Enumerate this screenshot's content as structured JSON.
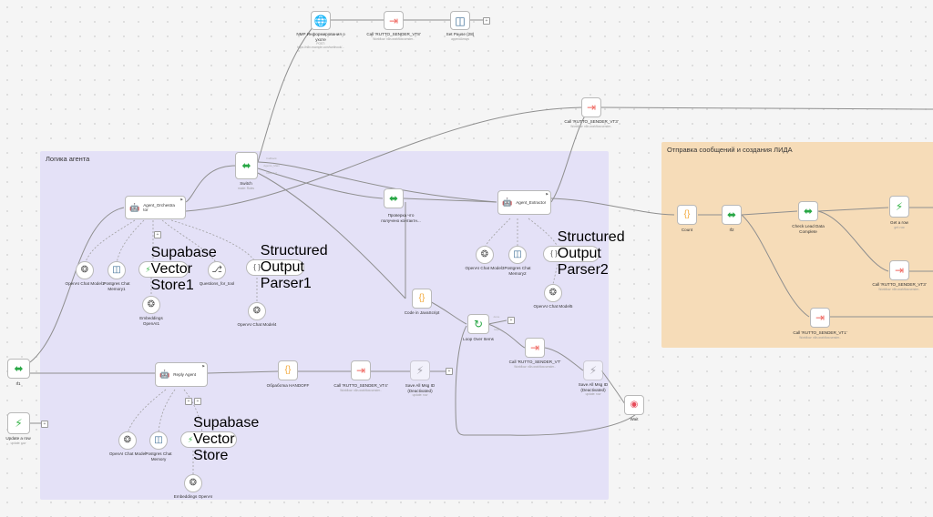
{
  "colors": {
    "agent_group": "#e4e1f7",
    "lead_group": "#f6dcb8",
    "wire": "#8f8f8f",
    "branch_green": "#28a745",
    "trigger_green": "#39b54a",
    "call_red": "#f06a63",
    "code_orange": "#f2a93b",
    "db_blue": "#336791",
    "ai_gray": "#555555"
  },
  "groups": {
    "agent_logic": "Логика агента",
    "send_lead": "Отправка сообщений и создания ЛИДА"
  },
  "nodes": {
    "nmp": {
      "title": "NMP Информирования о ухоте",
      "sub": "POST: https://n8n.example.com/webhook/...",
      "icon": "globe-icon"
    },
    "call_top": {
      "title": "Call 'RUTTO_SENDER_VT8'",
      "sub": "Workflow: n8n.workflow.sender..",
      "icon": "call-icon"
    },
    "set_pause": {
      "title": "Set Pause (28)",
      "sub": "appendArrays",
      "icon": "db-icon"
    },
    "call_right": {
      "title": "Call 'RUTTO_SENDER_VT3'",
      "sub": "Workflow: n8n.workflow.sender..",
      "icon": "call-icon"
    },
    "switch": {
      "title": "Switch",
      "sub": "mode: Rules",
      "icon": "route-icon",
      "out1": "Fallback",
      "out2": "Agents_Main",
      "out3": "Output 2"
    },
    "agent_orch": {
      "title": "Agent_Orchestra tor",
      "icon": "robot-icon"
    },
    "agent_extract": {
      "title": "Agent_Extractor",
      "icon": "robot-icon"
    },
    "check_contact": {
      "title": "Проверка что получено контактн...",
      "icon": "route-icon"
    },
    "openai1": {
      "title": "OpenAI Chat Model1",
      "role": "Chat Model"
    },
    "pg1": {
      "title": "Postgres Chat Memory1",
      "role": "Memory"
    },
    "supabase1": {
      "title": "Supabase Vector Store1",
      "role": "Tool"
    },
    "quest_tool": {
      "title": "Questions_for_tool",
      "role": "Tool"
    },
    "struct_parser1": {
      "title": "Structured Output Parser1",
      "role": "Output Parser"
    },
    "emb1": {
      "title": "Embeddings OpenAI1",
      "role": "Embeddings"
    },
    "openai_model": {
      "title": "OpenAI Chat Model4",
      "role": "Model"
    },
    "openai3": {
      "title": "OpenAI Chat Model3",
      "role": "Chat Model"
    },
    "pg2": {
      "title": "Postgres Chat Memory2",
      "role": "Memory"
    },
    "struct_parser2": {
      "title": "Structured Output Parser2",
      "role": "Output Parser"
    },
    "openai5": {
      "title": "OpenAI Chat Model5",
      "role": "Model"
    },
    "code_js": {
      "title": "Code in JavaScript",
      "icon": "code-icon"
    },
    "loop": {
      "title": "Loop Over Items",
      "icon": "loop-icon",
      "done": "done",
      "loop": "loop"
    },
    "call_mid": {
      "title": "Call 'RUTTO_SENDER_VT'",
      "sub": "Workflow: n8n.workflow.sender..",
      "icon": "call-icon"
    },
    "send_msg2": {
      "title": "Save All Msg ID (Deactivated)",
      "sub": "update: row",
      "icon": "trigger-icon"
    },
    "wait": {
      "title": "Wait",
      "icon": "stop-icon"
    },
    "if1": {
      "title": "If1",
      "icon": "route-icon"
    },
    "update_row": {
      "title": "Update a row",
      "sub": "update: row",
      "icon": "trigger-icon"
    },
    "reply_agent": {
      "title": "Reply Agent",
      "icon": "robot-icon"
    },
    "openai_bot": {
      "title": "OpenAI Chat Model",
      "role": "Chat Model"
    },
    "pg_bot": {
      "title": "Postgres Chat Memory",
      "role": "Memory"
    },
    "supabase_bot": {
      "title": "Supabase Vector Store",
      "role": "Tool"
    },
    "emb_bot": {
      "title": "Embeddings OpenAI",
      "role": "Embeddings"
    },
    "code_handoff": {
      "title": "Обработка HANDOFF",
      "icon": "code-icon"
    },
    "call_bot": {
      "title": "Call 'RUTTO_SENDER_VT4'",
      "sub": "Workflow: n8n.workflow.sender..",
      "icon": "call-icon"
    },
    "send_msg1": {
      "title": "Save All Msg ID (Deactivated)",
      "sub": "update: row",
      "icon": "trigger-icon"
    },
    "count": {
      "title": "Count",
      "icon": "code-icon"
    },
    "if2": {
      "title": "If2",
      "icon": "route-icon"
    },
    "check_lead": {
      "title": "Check Lead Data Complete",
      "icon": "route-icon"
    },
    "get_row": {
      "title": "Get a row",
      "sub": "get: row",
      "icon": "trigger-icon"
    },
    "call_lead1": {
      "title": "Call 'RUTTO_SENDER_VT1'",
      "sub": "Workflow: n8n.workflow.sender..",
      "icon": "call-icon"
    },
    "call_lead2": {
      "title": "Call 'RUTTO_SENDER_VT3'",
      "sub": "Workflow: n8n.workflow.sender..",
      "icon": "call-icon"
    }
  }
}
